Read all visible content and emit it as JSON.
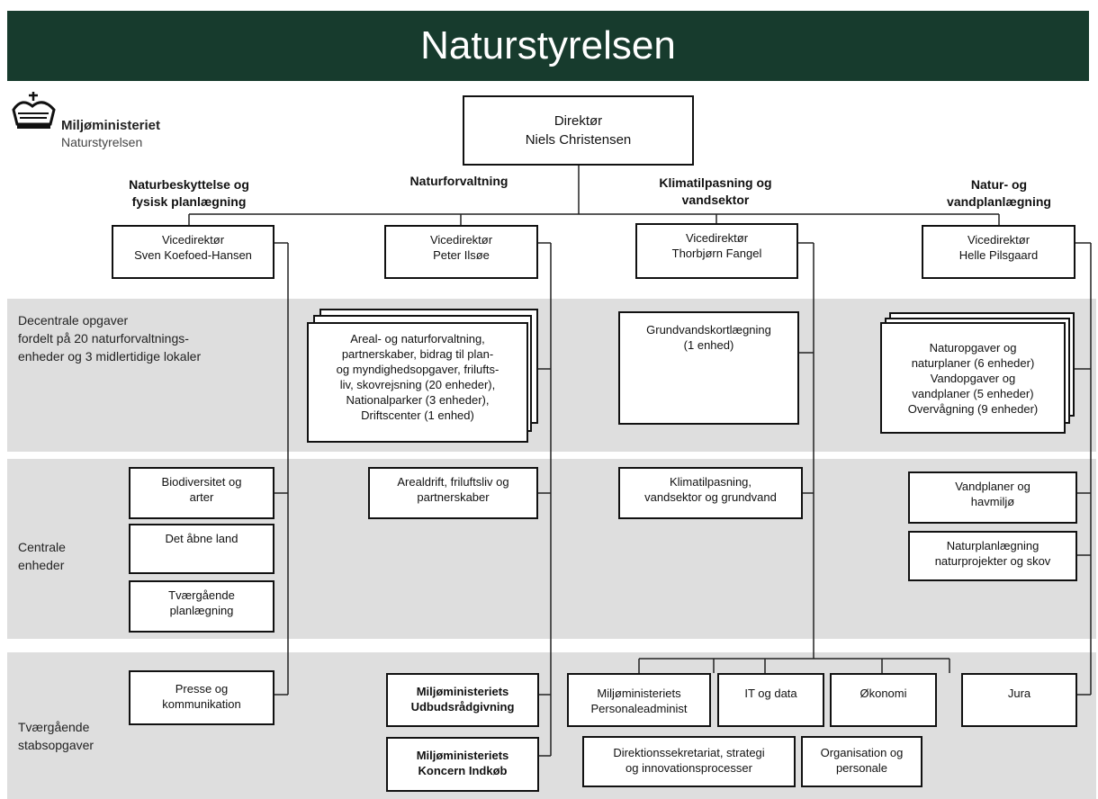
{
  "title": "Naturstyrelsen",
  "logo": {
    "line1": "Miljøministeriet",
    "line2": "Naturstyrelsen",
    "icon": "crown-icon"
  },
  "director": {
    "role": "Direktør",
    "name": "Niels Christensen"
  },
  "divisions": [
    {
      "head": [
        "Naturbeskyttelse og",
        "fysisk planlægning"
      ],
      "role": "Vicedirektør",
      "name": "Sven Koefoed-Hansen"
    },
    {
      "head": [
        "Naturforvaltning"
      ],
      "role": "Vicedirektør",
      "name": "Peter Ilsøe"
    },
    {
      "head": [
        "Klimatilpasning og",
        "vandsektor"
      ],
      "role": "Vicedirektør",
      "name": "Thorbjørn Fangel"
    },
    {
      "head": [
        "Natur- og",
        "vandplanlægning"
      ],
      "role": "Vicedirektør",
      "name": "Helle Pilsgaard"
    }
  ],
  "rows": {
    "decentral": [
      "Decentrale opgaver",
      "fordelt på 20 naturforvaltnings-",
      "enheder og 3 midlertidige lokaler"
    ],
    "central": [
      "Centrale",
      "enheder"
    ],
    "staff": [
      "Tværgående",
      "stabsopgaver"
    ]
  },
  "units": {
    "areal": [
      "Areal- og naturforvaltning,",
      "partnerskaber, bidrag til plan-",
      "og myndighedsopgaver, frilufts-",
      "liv, skovrejsning (20 enheder),",
      "Nationalparker (3 enheder),",
      "Driftscenter (1 enhed)"
    ],
    "grundvand": [
      "Grundvandskortlægning",
      "(1 enhed)"
    ],
    "naturopgaver": [
      "Naturopgaver og",
      "naturplaner (6 enheder)",
      "Vandopgaver og",
      "vandplaner (5 enheder)",
      "Overvågning (9 enheder)"
    ],
    "biodiversitet": [
      "Biodiversitet og",
      "arter"
    ],
    "aabne": [
      "Det åbne land"
    ],
    "tvaergaaende": [
      "Tværgående",
      "planlægning"
    ],
    "arealdrift": [
      "Arealdrift, friluftsliv og",
      "partnerskaber"
    ],
    "klimatilpasning": [
      "Klimatilpasning,",
      "vandsektor og grundvand"
    ],
    "vandplaner": [
      "Vandplaner og",
      "havmiljø"
    ],
    "naturplanlaegning": [
      "Naturplanlægning",
      "naturprojekter og skov"
    ],
    "presse": [
      "Presse og",
      "kommunikation"
    ],
    "udbud": [
      "Miljøministeriets",
      "Udbudsrådgivning"
    ],
    "indkoeb": [
      "Miljøministeriets",
      "Koncern Indkøb"
    ],
    "personale": [
      "Miljøministeriets",
      "Personaleadminist"
    ],
    "it": [
      "IT og data"
    ],
    "oekonomi": [
      "Økonomi"
    ],
    "jura": [
      "Jura"
    ],
    "direktion": [
      "Direktionssekretariat, strategi",
      "og innovationsprocesser"
    ],
    "organisation": [
      "Organisation og",
      "personale"
    ]
  }
}
